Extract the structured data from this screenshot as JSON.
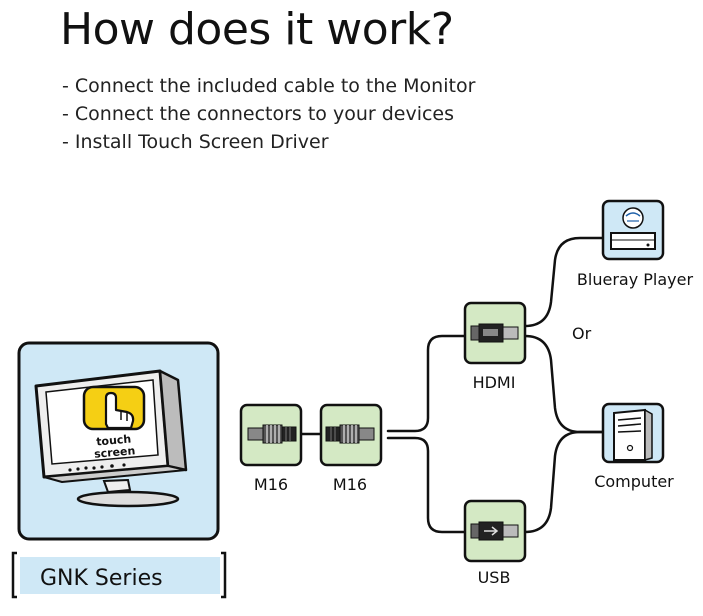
{
  "title": "How does it work?",
  "steps": [
    "Connect the included cable to the Monitor",
    "Connect the connectors to your devices",
    "Install Touch Screen Driver"
  ],
  "monitor": {
    "badge_line1": "touch",
    "badge_line2": "screen"
  },
  "series_label": "GNK Series",
  "connectors": {
    "m16_left": "M16",
    "m16_right": "M16",
    "hdmi": "HDMI",
    "usb": "USB"
  },
  "devices": {
    "bluray": "Blueray Player",
    "computer": "Computer"
  },
  "or_label": "Or",
  "colors": {
    "box_fill": "#d4e9c4",
    "monitor_bg": "#cfe8f6",
    "series_bg": "#cfe8f6",
    "badge": "#f5cf14",
    "line": "#111111"
  }
}
